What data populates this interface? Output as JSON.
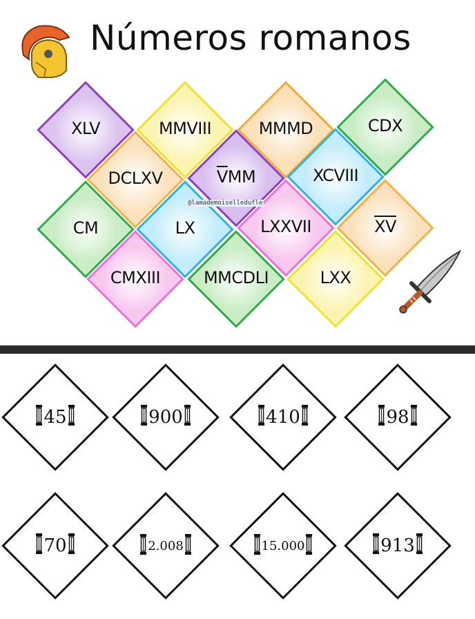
{
  "title": "Números romanos",
  "watermark": "@lamademoiselledufle",
  "grid": [
    {
      "roman": "XLV",
      "color": "#8a3fc0",
      "fill": "#dcc3f0",
      "overline": ""
    },
    {
      "roman": "MMVIII",
      "color": "#f0e030",
      "fill": "#fbf4b0",
      "overline": ""
    },
    {
      "roman": "MMMD",
      "color": "#f2a93b",
      "fill": "#fbe0b8",
      "overline": ""
    },
    {
      "roman": "CDX",
      "color": "#2eaa4a",
      "fill": "#c9ecc4",
      "overline": ""
    },
    {
      "roman": "DCLXV",
      "color": "#f2b04a",
      "fill": "#fbe2bd",
      "overline": ""
    },
    {
      "roman": "MM",
      "color": "#8a3fc0",
      "fill": "#d8bff0",
      "overline": "V"
    },
    {
      "roman": "XCVIII",
      "color": "#2eb0e8",
      "fill": "#c2ecfa",
      "overline": ""
    },
    {
      "roman": "CM",
      "color": "#2eaa4a",
      "fill": "#c9ecc4",
      "overline": ""
    },
    {
      "roman": "LX",
      "color": "#2eb0e8",
      "fill": "#c2ecfa",
      "overline": ""
    },
    {
      "roman": "LXXVII",
      "color": "#f070d8",
      "fill": "#f8c8ef",
      "overline": ""
    },
    {
      "roman": "",
      "color": "#f2b04a",
      "fill": "#fbe2bd",
      "overline": "XV"
    },
    {
      "roman": "CMXIII",
      "color": "#f070d8",
      "fill": "#f8c8ef",
      "overline": ""
    },
    {
      "roman": "MMCDLI",
      "color": "#2eaa4a",
      "fill": "#c9ecc4",
      "overline": ""
    },
    {
      "roman": "LXX",
      "color": "#f0e030",
      "fill": "#fbf4b0",
      "overline": ""
    }
  ],
  "cards": [
    "45",
    "900",
    "410",
    "98",
    "70",
    "2.008",
    "15.000",
    "913"
  ]
}
